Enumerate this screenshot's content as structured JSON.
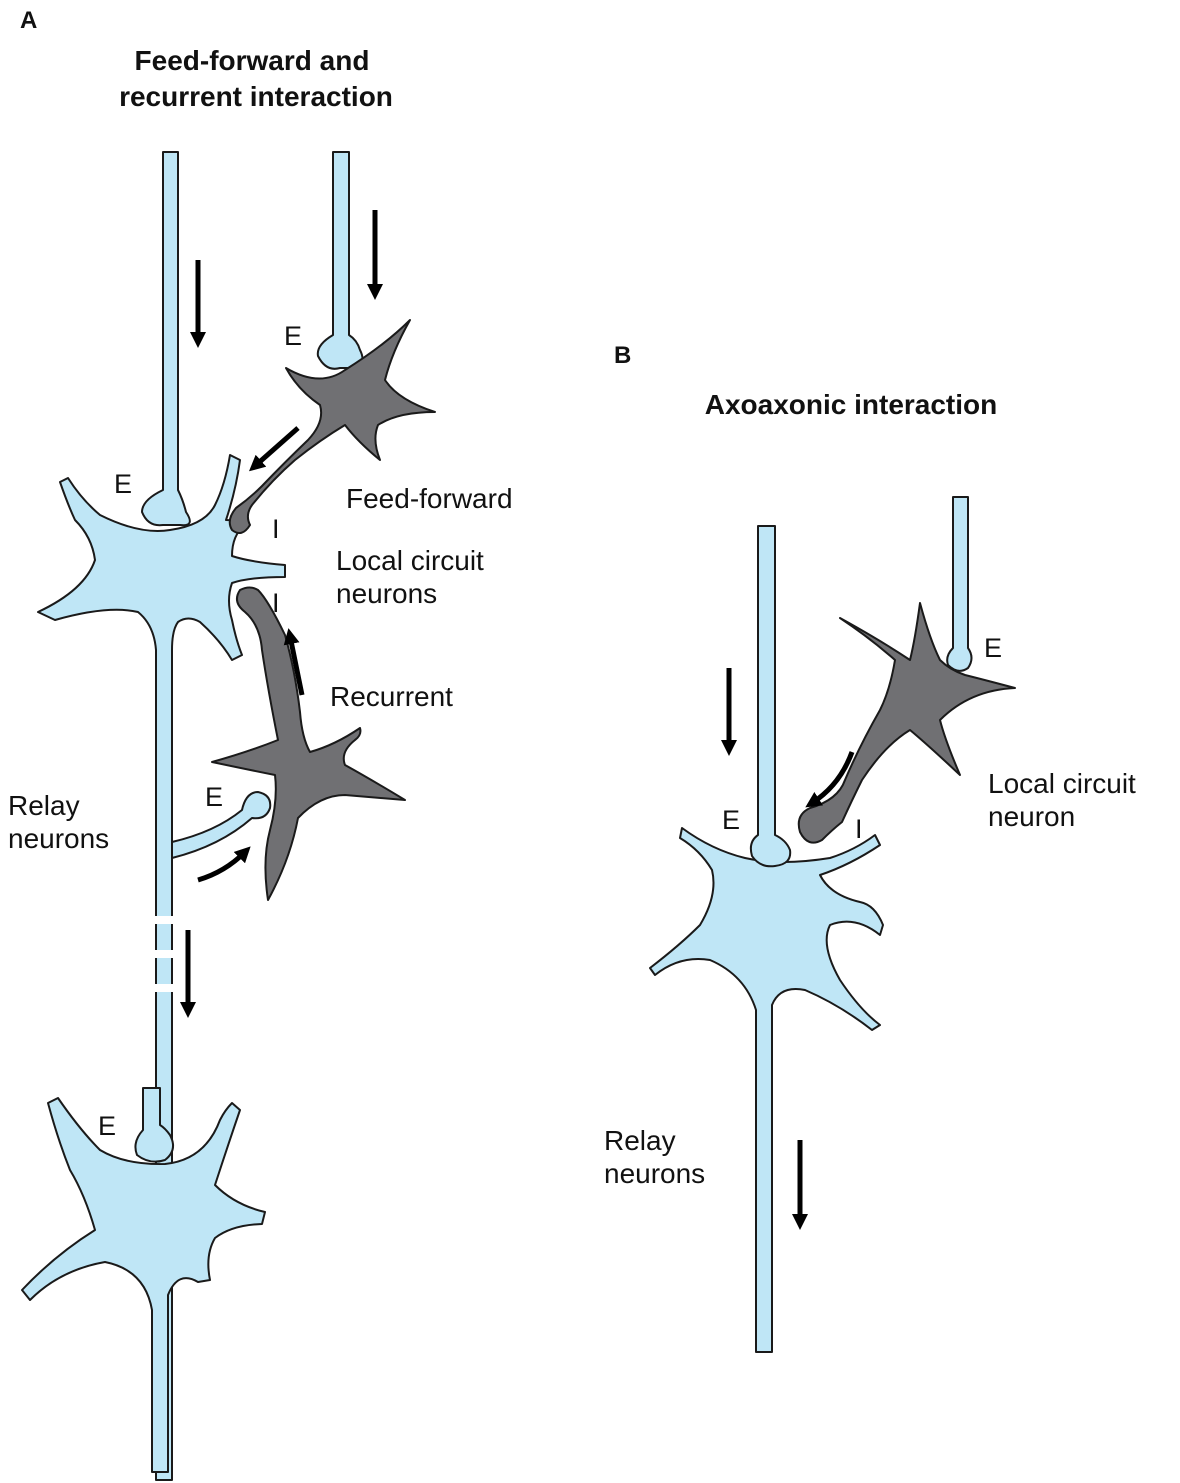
{
  "panel_a": {
    "letter": "A",
    "title_line1": "Feed-forward and",
    "title_line2": "recurrent interaction",
    "label_feed_forward": "Feed-forward",
    "label_local_line1": "Local circuit",
    "label_local_line2": "neurons",
    "label_recurrent": "Recurrent",
    "label_relay_line1": "Relay",
    "label_relay_line2": "neurons",
    "synapse_excitatory": "E",
    "synapse_inhibitory": "I"
  },
  "panel_b": {
    "letter": "B",
    "title": "Axoaxonic interaction",
    "label_local_line1": "Local circuit",
    "label_local_line2": "neuron",
    "label_relay_line1": "Relay",
    "label_relay_line2": "neurons",
    "synapse_excitatory": "E",
    "synapse_inhibitory": "I"
  },
  "colors": {
    "relay_neuron": "#bfe6f6",
    "local_circuit_neuron": "#707073",
    "outline": "#1a1a1a",
    "arrow": "#000000"
  }
}
